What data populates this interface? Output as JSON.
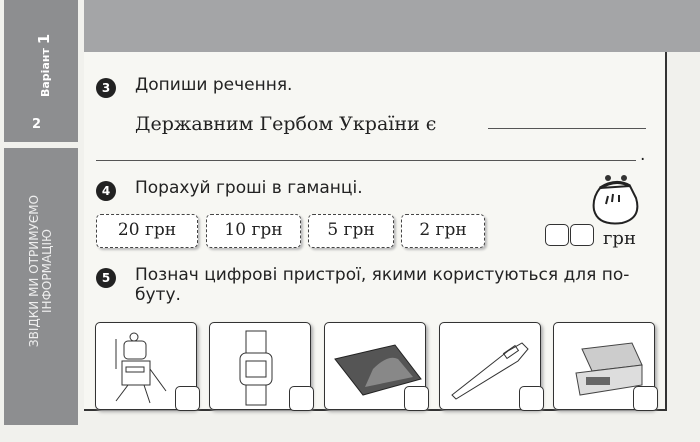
{
  "sidebar": {
    "variant_label": "Варіант",
    "variant_number": "1",
    "page_number": "2",
    "section_title_line1": "ЗВІДКИ МИ ОТРИМУЄМО",
    "section_title_line2": "ІНФОРМАЦІЮ"
  },
  "task3": {
    "number": "3",
    "instruction": "Допиши речення.",
    "sentence": "Державним Гербом України є",
    "end_mark": "."
  },
  "task4": {
    "number": "4",
    "instruction": "Порахуй гроші в гаманці.",
    "coins": [
      "20 грн",
      "10 грн",
      "5 грн",
      "2 грн"
    ],
    "answer_unit": "грн",
    "icon": "purse-icon"
  },
  "task5": {
    "number": "5",
    "instruction_line1": "Познач цифрові пристрої, якими користуються для по-",
    "instruction_line2": "буту.",
    "items": [
      "robot-toy",
      "wristwatch",
      "tablet",
      "thermometer",
      "scale"
    ]
  }
}
